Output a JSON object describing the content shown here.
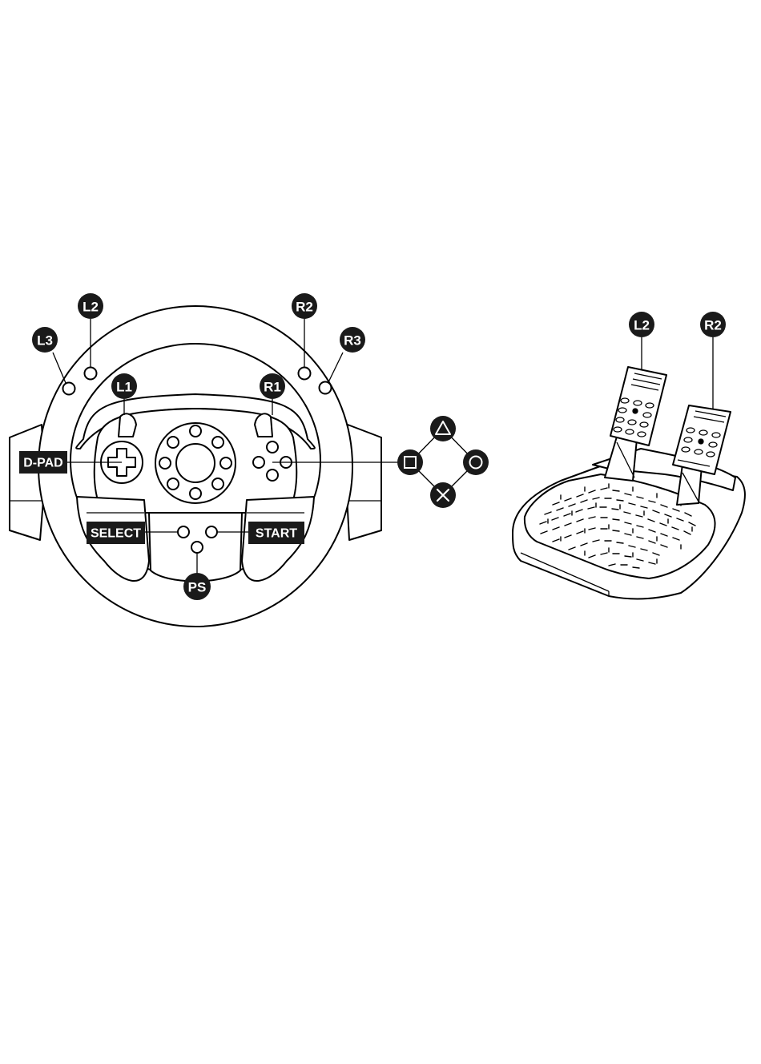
{
  "wheel": {
    "labels": {
      "l2": "L2",
      "r2": "R2",
      "l3": "L3",
      "r3": "R3",
      "l1": "L1",
      "r1": "R1",
      "dpad": "D-PAD",
      "select": "SELECT",
      "start": "START",
      "ps": "PS"
    },
    "face_buttons": {
      "triangle": "triangle-icon",
      "square": "square-icon",
      "circle": "circle-icon",
      "cross": "cross-icon"
    }
  },
  "pedals": {
    "labels": {
      "l2": "L2",
      "r2": "R2"
    }
  },
  "colors": {
    "line": "#000000",
    "badge": "#1a1a1a",
    "badge_text": "#ffffff",
    "background": "#ffffff"
  }
}
